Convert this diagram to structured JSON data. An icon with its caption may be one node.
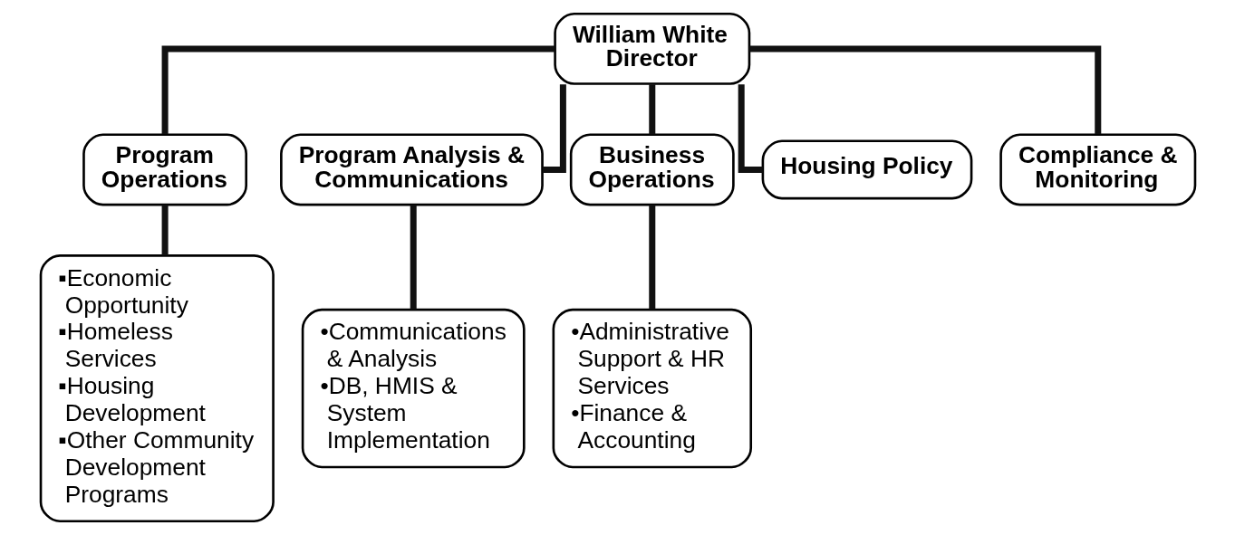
{
  "diagram": {
    "nodes": [
      {
        "text": [
          "William White",
          "Director"
        ]
      },
      {
        "text": [
          "Program Operations"
        ]
      },
      {
        "text": [
          "Program Analysis & Communications"
        ]
      },
      {
        "text": [
          "Business Operations"
        ]
      },
      {
        "text": [
          "Housing Policy"
        ]
      },
      {
        "text": [
          "Compliance & Monitoring"
        ]
      },
      {
        "text": [
          "▪Economic Opportunity",
          "▪Homeless Services",
          "▪Housing Development",
          "▪Other Community Development Programs"
        ]
      },
      {
        "text": [
          "•Communications & Analysis",
          "•DB, HMIS & System Implementation"
        ]
      },
      {
        "text": [
          "•Administrative Support & HR Services",
          "•Finance & Accounting"
        ]
      }
    ],
    "edges": [
      {
        "from": 0,
        "to": 1,
        "arrow": "none"
      },
      {
        "from": 0,
        "to": 2,
        "arrow": "none"
      },
      {
        "from": 0,
        "to": 3,
        "arrow": "none"
      },
      {
        "from": 0,
        "to": 4,
        "arrow": "none"
      },
      {
        "from": 0,
        "to": 5,
        "arrow": "none"
      },
      {
        "from": 1,
        "to": 6,
        "arrow": "none"
      },
      {
        "from": 2,
        "to": 7,
        "arrow": "none"
      },
      {
        "from": 3,
        "to": 8,
        "arrow": "none"
      }
    ]
  }
}
